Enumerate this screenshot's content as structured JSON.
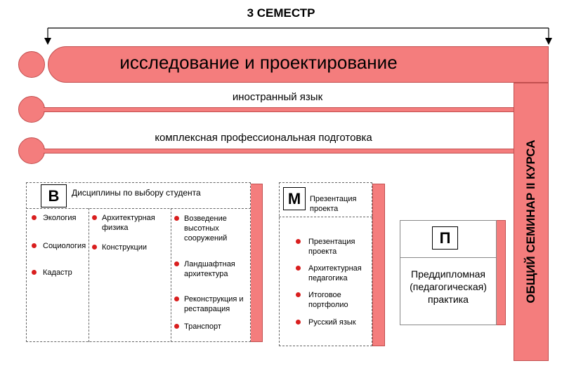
{
  "semester": "3 СЕМЕСТР",
  "tracks": {
    "research": "исследование и проектирование",
    "language": "иностранный язык",
    "professional": "комплексная профессиональная подготовка"
  },
  "seminar": "ОБЩИЙ СЕМИНАР II КУРСА",
  "elective": {
    "letter": "В",
    "title": "Дисциплины по выбору студента",
    "col1": [
      "Экология",
      "Социология",
      "Кадастр"
    ],
    "col2": [
      "Архитектурная\nфизика",
      "Конструкции"
    ],
    "col3": [
      "Возведение\nвысотных\nсооружений",
      "Ландшафтная\nархитектура",
      "Реконструкция и\nреставрация",
      "Транспорт"
    ]
  },
  "module": {
    "letter": "М",
    "title": "Презентация\nпроекта",
    "items": [
      "Презентация\nпроекта",
      "Архитектурная\nпедагогика",
      "Итоговое\nпортфолио",
      "Русский язык"
    ]
  },
  "practice": {
    "letter": "П",
    "text": "Преддипломная\n(педагогическая)\nпрактика"
  },
  "colors": {
    "accent": "#f47d7d",
    "border": "#c24f4f",
    "bullet": "#d91e1e"
  }
}
